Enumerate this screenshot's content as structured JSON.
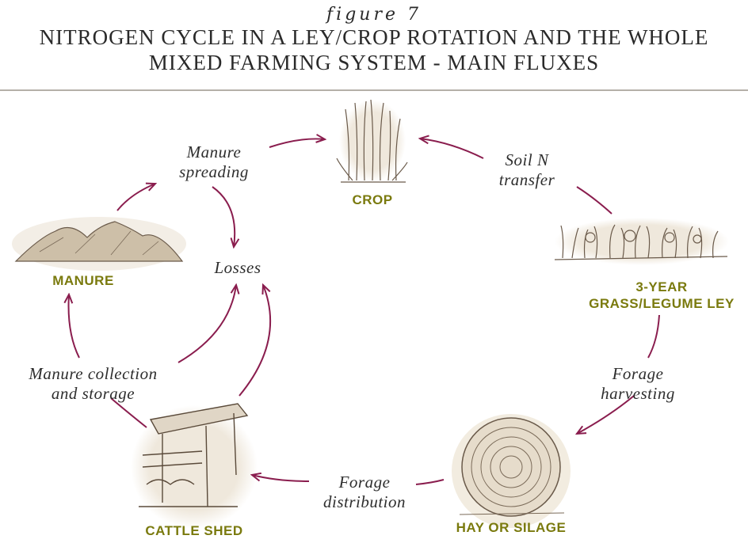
{
  "figure_label": "figure 7",
  "title_line1": "NITROGEN CYCLE IN A LEY/CROP ROTATION AND THE WHOLE",
  "title_line2": "MIXED FARMING SYSTEM - MAIN FLUXES",
  "colors": {
    "arrow": "#8a1d4e",
    "node_label": "#7a7a0e",
    "text": "#2e2e2e",
    "rule": "#b5b0a8"
  },
  "nodes": {
    "crop": "CROP",
    "ley_line1": "3-YEAR",
    "ley_line2": "GRASS/LEGUME LEY",
    "hay": "HAY OR SILAGE",
    "cattle": "CATTLE SHED",
    "manure": "MANURE"
  },
  "flows": {
    "manure_spreading_l1": "Manure",
    "manure_spreading_l2": "spreading",
    "soil_n_l1": "Soil N",
    "soil_n_l2": "transfer",
    "losses": "Losses",
    "forage_harvesting_l1": "Forage",
    "forage_harvesting_l2": "harvesting",
    "forage_distribution_l1": "Forage",
    "forage_distribution_l2": "distribution",
    "manure_collection_l1": "Manure collection",
    "manure_collection_l2": "and storage"
  }
}
